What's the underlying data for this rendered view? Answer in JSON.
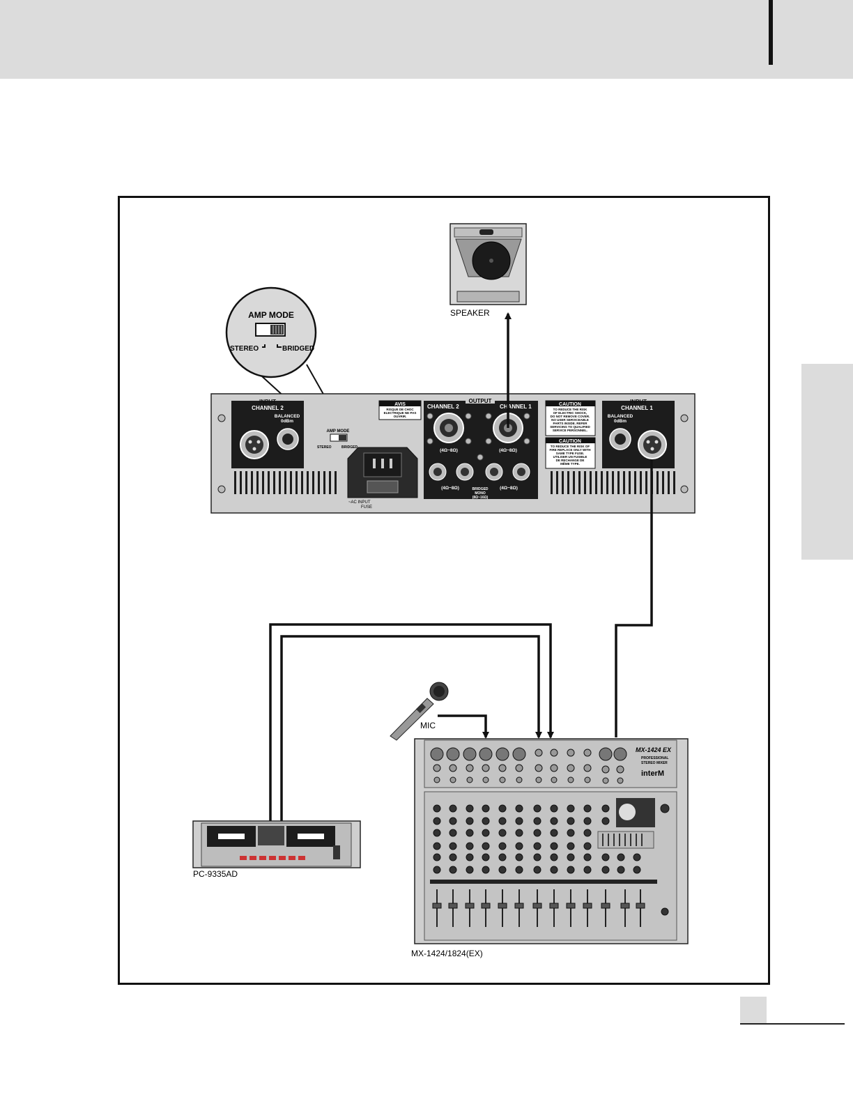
{
  "devices": {
    "speaker": {
      "label": "SPEAKER"
    },
    "mic": {
      "label": "MIC"
    },
    "cassette": {
      "label": "PC-9335AD"
    },
    "mixer": {
      "label": "MX-1424/1824(EX)",
      "model": "MX-1424 EX",
      "subtitle_1": "PROFESSIONAL",
      "subtitle_2": "STEREO MIXER",
      "brand": "interM"
    }
  },
  "amp_mode_callout": {
    "title": "AMP MODE",
    "stereo": "STEREO",
    "bridged": "BRIDGED"
  },
  "amplifier": {
    "input_left": "INPUT",
    "channel_2": "CHANNEL 2",
    "balanced_left": "BALANCED",
    "level_left": "0dBm",
    "amp_mode_small": "AMP MODE",
    "stereo_small": "STEREO",
    "bridged_small": "BRIDGED",
    "ac_input": "~AC INPUT",
    "fuse": "FUSE",
    "avis_title": "AVIS",
    "avis_line_1": "RISQUE DE CHOC",
    "avis_line_2": "ELECTRIQUE NE PAS",
    "avis_line_3": "OUVRIR.",
    "output": "OUTPUT",
    "out_channel_2": "CHANNEL 2",
    "out_channel_1": "CHANNEL 1",
    "impedance_left": "(4Ω~8Ω)",
    "impedance_right": "(4Ω~8Ω)",
    "terminal_left": "(4Ω~8Ω)",
    "terminal_right": "(4Ω~8Ω)",
    "bridged_mono_1": "BRIDGED",
    "bridged_mono_2": "MONO",
    "bridged_mono_3": "(8Ω~16Ω)",
    "caution_1_title": "CAUTION",
    "caution_1_lines": [
      "TO REDUCE THE RISK",
      "OF ELECTRIC SHOCK,",
      "DO NOT REMOVE COVER.",
      "NO USER SERVICEABLE",
      "PARTS INSIDE. REFER",
      "SERVICING TO QUALIFIED",
      "SERVICE PERSONNEL."
    ],
    "caution_2_title": "CAUTION",
    "caution_2_lines": [
      "TO REDUCE THE RISK OF",
      "FIRE REPLACE ONLY WITH",
      "SAME TYPE FUSE.",
      "UTILISER UN FUSIBLE",
      "DE RECHANGE DE",
      "MÊME TYPE."
    ],
    "input_right": "INPUT",
    "channel_1": "CHANNEL 1",
    "balanced_right": "BALANCED",
    "level_right": "0dBm"
  }
}
